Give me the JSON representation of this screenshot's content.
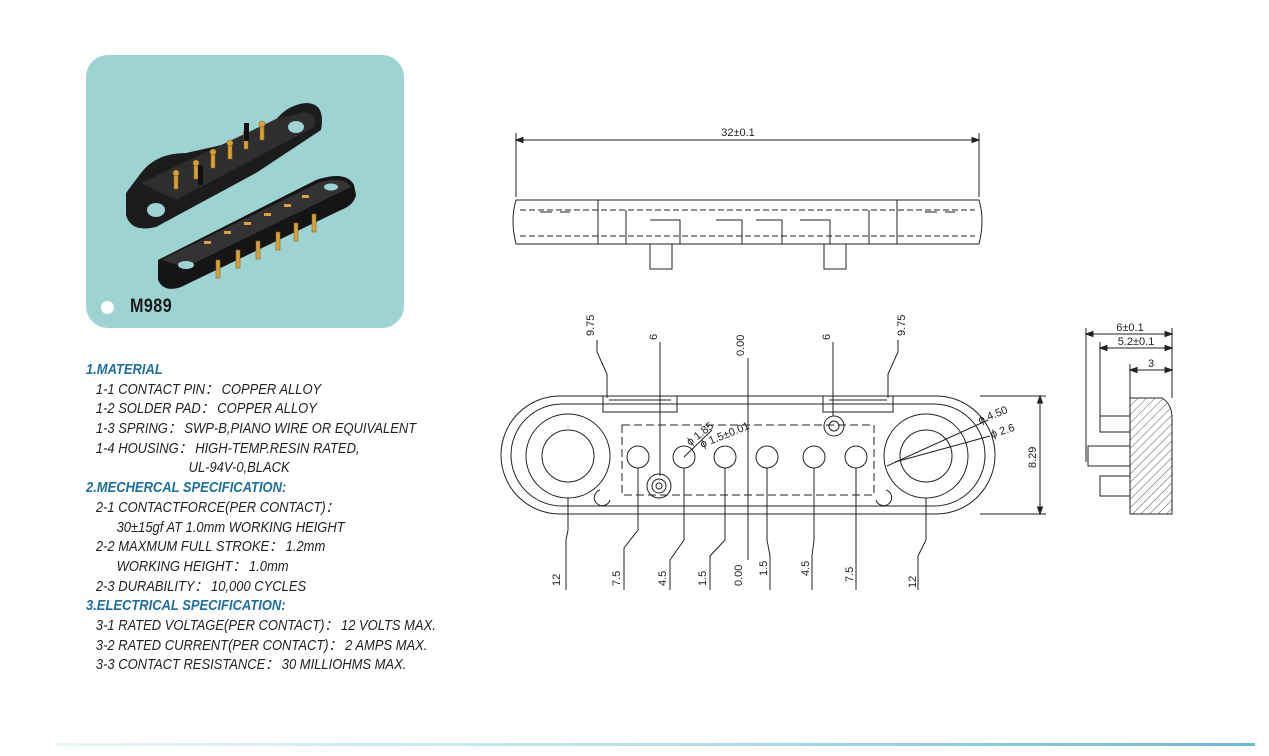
{
  "product": {
    "model": "M989",
    "card_color": "#9dd3d3"
  },
  "specs": {
    "material": {
      "title": "1.MATERIAL",
      "lines": [
        "1-1 CONTACT PIN： COPPER ALLOY",
        "1-2 SOLDER PAD： COPPER ALLOY",
        "1-3 SPRING： SWP-B,PIANO WIRE OR EQUIVALENT",
        "1-4 HOUSING： HIGH-TEMP.RESIN RATED,",
        "UL-94V-0,BLACK"
      ]
    },
    "mechanical": {
      "title": "2.MECHERCAL SPECIFICATION:",
      "lines": [
        "2-1 CONTACTFORCE(PER CONTACT)：",
        "30±15gf AT 1.0mm WORKING HEIGHT",
        "2-2 MAXMUM FULL STROKE：  1.2mm",
        "WORKING HEIGHT：  1.0mm",
        "2-3 DURABILITY： 10,000 CYCLES"
      ]
    },
    "electrical": {
      "title": "3.ELECTRICAL SPECIFICATION:",
      "lines": [
        "3-1 RATED VOLTAGE(PER CONTACT)： 12 VOLTS MAX.",
        "3-2 RATED CURRENT(PER CONTACT)： 2 AMPS MAX.",
        "3-3 CONTACT RESISTANCE： 30 MILLIOHMS MAX."
      ]
    },
    "section_color": "#1d6f9e"
  },
  "drawing": {
    "top_view": {
      "overall_length": "32±0.1"
    },
    "front_view": {
      "top_dims": [
        "9.75",
        "6",
        "0.00",
        "6",
        "9.75"
      ],
      "bottom_dims": [
        "12",
        "7.5",
        "4.5",
        "1.5",
        "0.00",
        "1.5",
        "4.5",
        "7.5",
        "12"
      ],
      "height": "8.29",
      "dia_pin_hole": "ϕ 1.85",
      "dia_pin": "ϕ 1.5±0.01",
      "dia_outer": "ϕ 4.50",
      "dia_inner": "ϕ 2.6"
    },
    "side_view": {
      "dims": [
        "6±0.1",
        "5.2±0.1",
        "3"
      ]
    }
  },
  "accent_bar_color": "#69b9d6"
}
